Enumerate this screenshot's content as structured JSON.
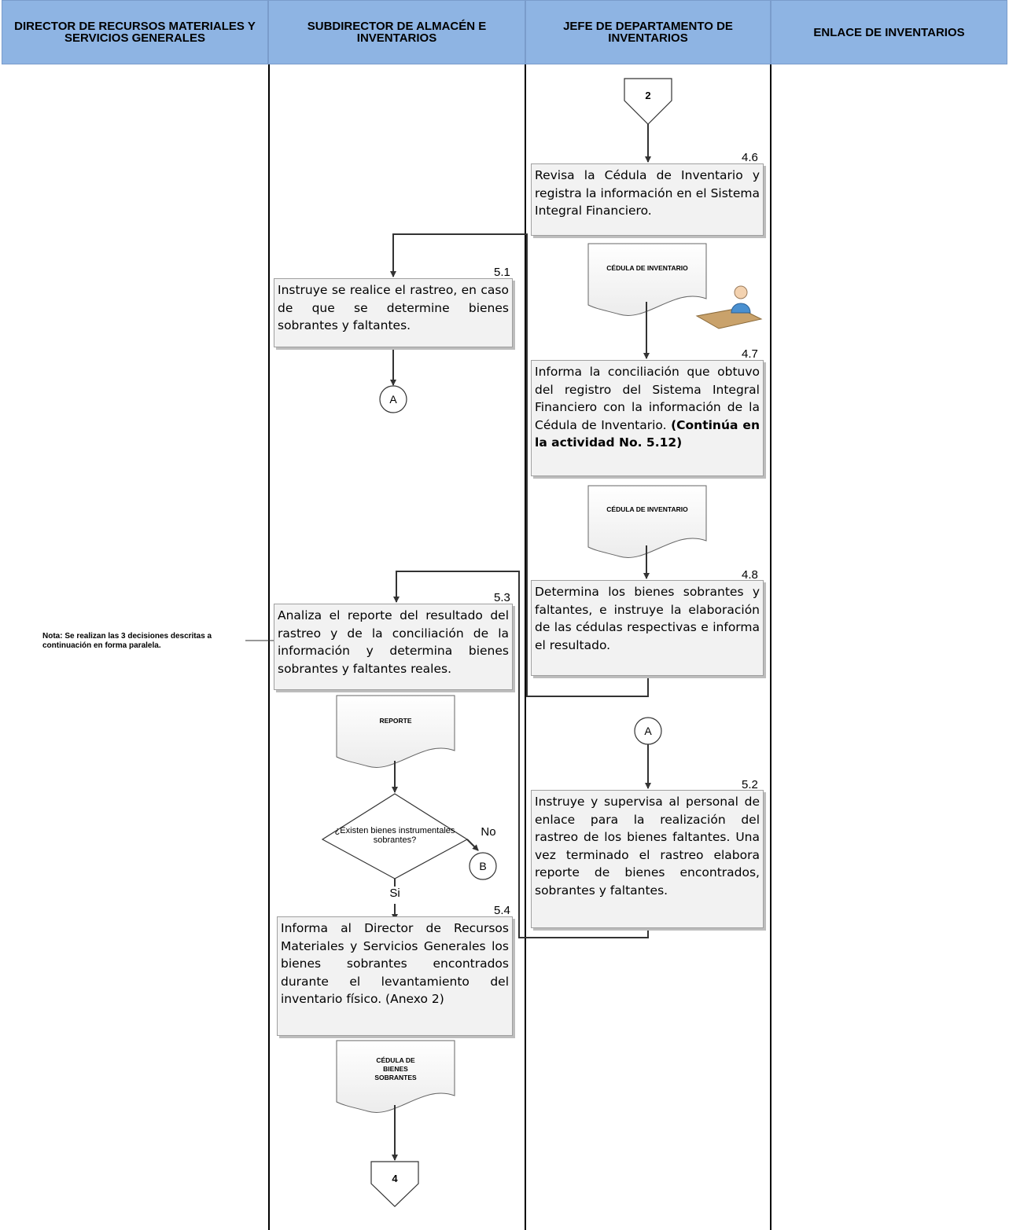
{
  "headers": [
    "DIRECTOR DE RECURSOS MATERIALES Y SERVICIOS GENERALES",
    "SUBDIRECTOR DE ALMACÉN E INVENTARIOS",
    "JEFE DE DEPARTAMENTO DE INVENTARIOS",
    "ENLACE DE INVENTARIOS"
  ],
  "connectors": {
    "top": "2",
    "bottom": "4",
    "a": "A",
    "b": "B"
  },
  "steps": {
    "s46": {
      "num": "4.6",
      "text": "Revisa la Cédula de Inventario y registra la información en el Sistema Integral Financiero."
    },
    "s47": {
      "num": "4.7",
      "text": "Informa la conciliación que obtuvo del registro del Sistema Integral Financiero con la información de la Cédula de Inventario.",
      "bold": "(Continúa en la actividad No. 5.12)"
    },
    "s48": {
      "num": "4.8",
      "text": "Determina los bienes sobrantes y faltantes, e instruye la elaboración de las cédulas respectivas e informa el resultado."
    },
    "s51": {
      "num": "5.1",
      "text": "Instruye se realice el rastreo, en caso de que se determine bienes sobrantes y faltantes."
    },
    "s52": {
      "num": "5.2",
      "text": "Instruye y supervisa al personal de enlace para la realización del rastreo de los bienes faltantes. Una vez terminado el rastreo elabora reporte de bienes encontrados, sobrantes y faltantes."
    },
    "s53": {
      "num": "5.3",
      "text": "Analiza el reporte del resultado del rastreo y de la conciliación de la información y determina bienes sobrantes y faltantes reales."
    },
    "s54": {
      "num": "5.4",
      "text": "Informa al Director de Recursos Materiales y Servicios Generales los bienes sobrantes encontrados durante el levantamiento del inventario físico. (Anexo 2)"
    }
  },
  "documents": {
    "d1": "CÉDULA DE INVENTARIO",
    "d2": "CÉDULA DE INVENTARIO",
    "d3": "REPORTE",
    "d4": "CÉDULA DE BIENES SOBRANTES"
  },
  "decision": {
    "question": "¿Existen bienes instrumentales sobrantes?",
    "no": "No",
    "yes": "Si"
  },
  "note": "Nota: Se realizan las 3 decisiones descritas a continuación en forma paralela."
}
